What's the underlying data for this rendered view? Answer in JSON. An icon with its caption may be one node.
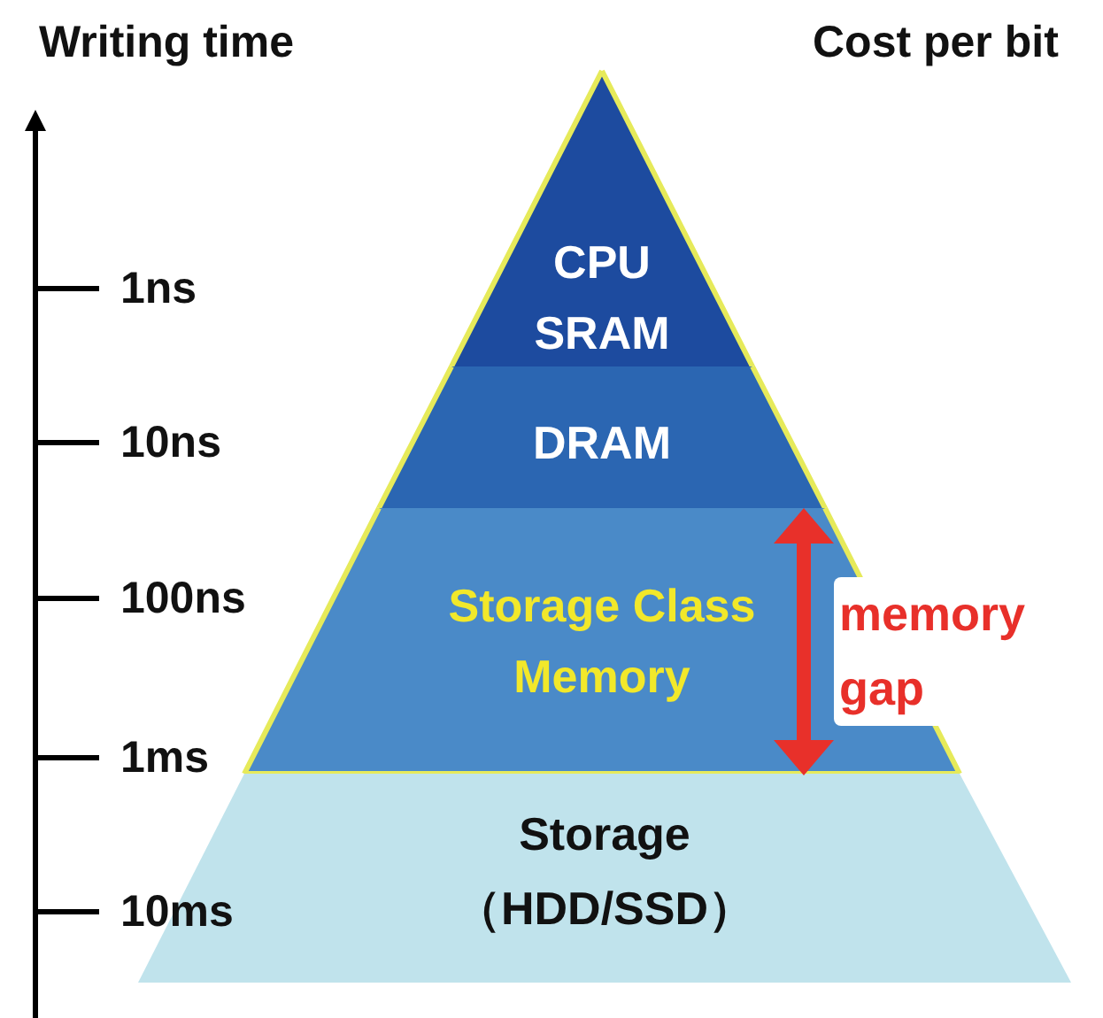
{
  "diagram": {
    "nodes": [
      {
        "text": [
          "CPU SRAM"
        ]
      },
      {
        "text": [
          "DRAM"
        ]
      },
      {
        "text": [
          "Storage Class Memory"
        ]
      },
      {
        "text": [
          "Storage （HDD/SSD）"
        ]
      }
    ],
    "labels": [
      "Writing time",
      "Cost per bit",
      "1ns",
      "10ns",
      "100ns",
      "memory gap",
      "1ms",
      "10ms"
    ]
  }
}
